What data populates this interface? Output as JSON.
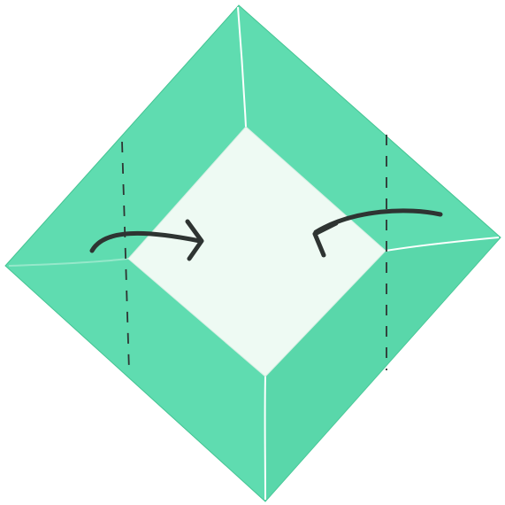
{
  "diagram": {
    "subject": "origami-folding-step",
    "colors": {
      "paper": "#5fdcb0",
      "paper_edge": "#44c493",
      "center": "#eefaf3",
      "crease": "#fbfffd",
      "ink": "#2e3432",
      "background": "#ffffff"
    },
    "guides": [
      {
        "name": "left-fold-guide-line",
        "style": "dashed"
      },
      {
        "name": "right-fold-guide-line",
        "style": "dashed"
      }
    ],
    "arrows": [
      {
        "name": "left-fold-arrow",
        "direction": "right"
      },
      {
        "name": "right-fold-arrow",
        "direction": "left"
      }
    ]
  }
}
